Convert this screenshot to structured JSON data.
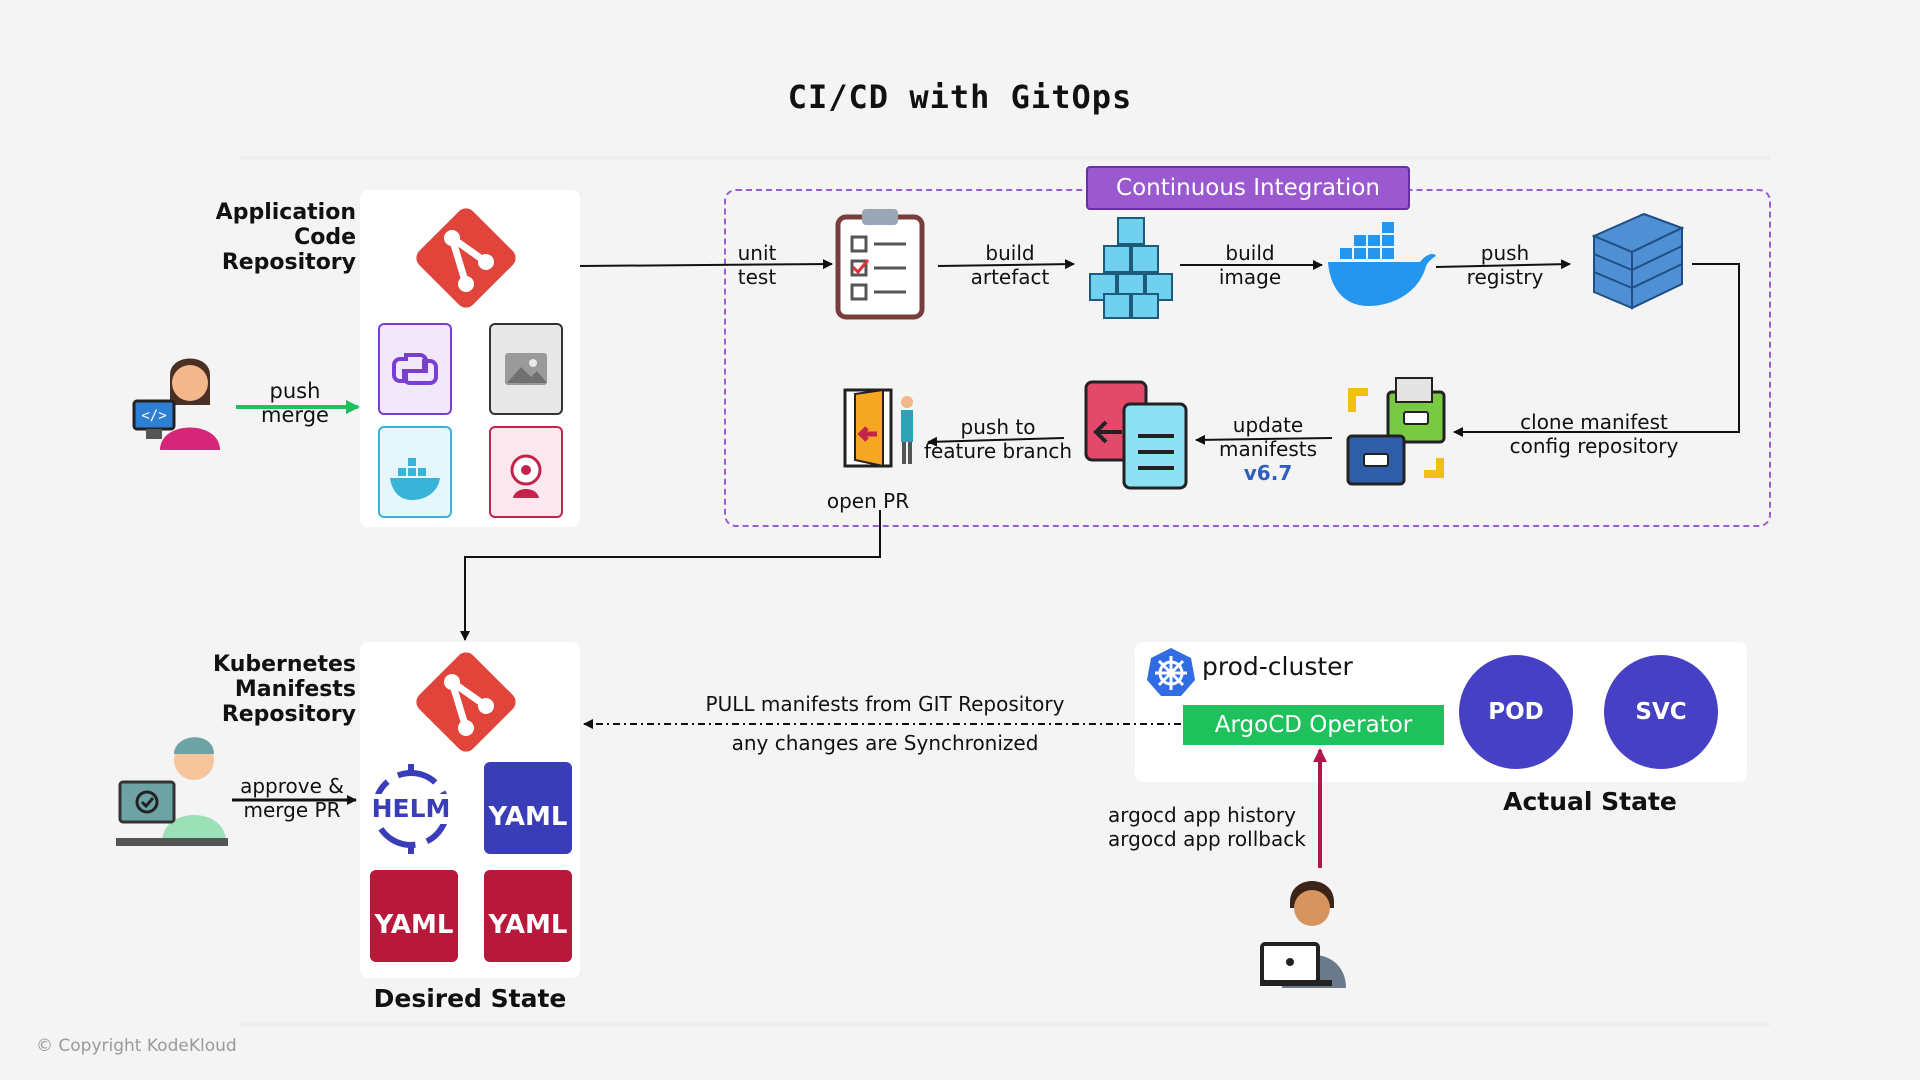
{
  "title": "CI/CD with GitOps",
  "app_repo": {
    "label_lines": [
      "Application",
      "Code",
      "Repository"
    ]
  },
  "k8s_repo": {
    "label_lines": [
      "Kubernetes",
      "Manifests",
      "Repository"
    ],
    "state_label": "Desired State"
  },
  "developer_action": [
    "push",
    "merge"
  ],
  "reviewer_action": [
    "approve &",
    "merge PR"
  ],
  "ci": {
    "title": "Continuous Integration",
    "steps": {
      "unit_test": [
        "unit",
        "test"
      ],
      "build_artefact": [
        "build",
        "artefact"
      ],
      "build_image": [
        "build",
        "image"
      ],
      "push_registry": [
        "push",
        "registry"
      ],
      "clone_manifest": [
        "clone manifest",
        "config repository"
      ],
      "update_manifests": [
        "update",
        "manifests"
      ],
      "version": "v6.7",
      "push_feature": [
        "push to",
        "feature branch"
      ],
      "open_pr": "open PR"
    }
  },
  "sync": {
    "line1": "PULL manifests from GIT Repository",
    "line2": "any changes are Synchronized"
  },
  "cluster": {
    "name": "prod-cluster",
    "operator": "ArgoCD Operator",
    "pod": "POD",
    "svc": "SVC",
    "state_label": "Actual State"
  },
  "admin_commands": [
    "argocd app history",
    "argocd app rollback"
  ],
  "helm_text": "HELM",
  "yaml_text": "YAML",
  "copyright": "© Copyright KodeKloud",
  "colors": {
    "git": "#e0443a",
    "ci_border": "#9b5cd6",
    "argo": "#1fc15c",
    "k8s_circle": "#4640c4",
    "version": "#2d5fc1",
    "push_arrow": "#1fc15c",
    "admin_arrow": "#b0184a"
  }
}
